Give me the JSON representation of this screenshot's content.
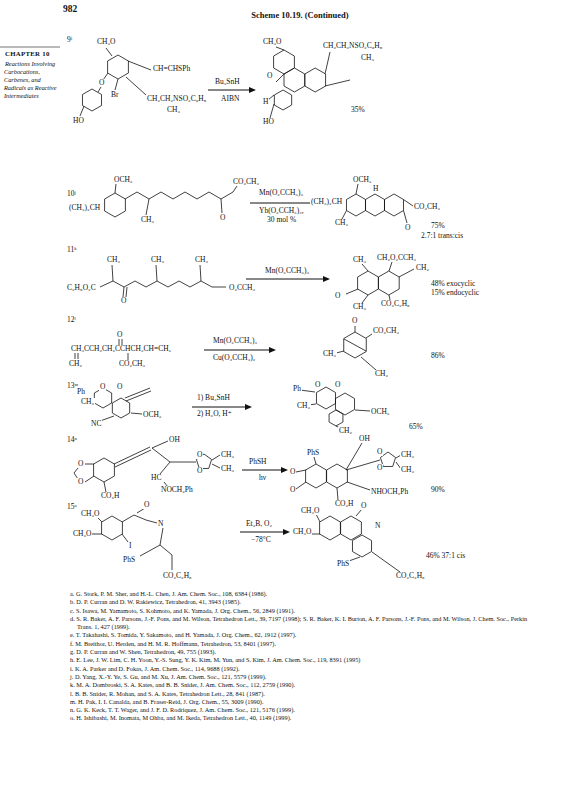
{
  "diagram": {
    "title": "Scheme 10.19. (Continued)",
    "labels": [
      "982",
      "CHAPTER 10",
      "Reactions Involving Carbocations, Carbenes, and Radicals as Reactive Intermediates",
      "9ⁱ",
      "CH₃O",
      "O",
      "Br",
      "HO",
      "CH=CHSPh",
      "CH₂CH₂NSO₂C₆H₅",
      "CH₃",
      "Bu₃SnH",
      "AIBN",
      "CH₃O",
      "CH₂CH₂NSO₂C₆H₅",
      "CH₃",
      "O",
      "H",
      "HO",
      "35%",
      "10ʲ",
      "(CH₃)₂CH",
      "OCH₃",
      "CO₂CH₃",
      "CH₃",
      "O",
      "Mn(O₂CCH₃)₃",
      "Yb(O₂CCH₃)₃,",
      "30 mol %",
      "(CH₃)₂CH",
      "OCH₃",
      "H",
      "CO₂CH₃",
      "CH₃",
      "O",
      "75%",
      "2.7:1 trans:cis",
      "11ᵏ",
      "CH₃",
      "CH₃",
      "CH₃",
      "C₂H₅O₂C",
      "O",
      "O₂CCH₃",
      "Mn(O₂CCH₃)₃",
      "CH₃",
      "CH₂O₂CCH₃",
      "CH₂",
      "O",
      "CH₃",
      "CO₂C₂H₅",
      "48% exocyclic",
      "15% endocyclic",
      "12ˡ",
      "O",
      "CH₃CCH₂CH₂CCHCH₂CH=CH₂",
      "CH₂",
      "CO₂CH₃",
      "Mn(O₂CCH₃)₃",
      "Cu(O₂CCH₃)₂",
      "O",
      "CO₂CH₃",
      "CH₃",
      "CH₂",
      "86%",
      "13ᵐ",
      "Ph",
      "O",
      "O",
      "CH₃",
      "NC",
      "OCH₃",
      "1) Bu₃SnH",
      "2) H₂O, H⁺",
      "Ph",
      "O",
      "O",
      "CH₃",
      "OCH₃",
      "CH₂",
      "65%",
      "14ⁿ",
      "O",
      "O",
      "OH",
      "O",
      "O",
      "CH₃",
      "CH₃",
      "HC",
      "NOCH₂Ph",
      "CO₂H",
      "PhSH",
      "hν",
      "O",
      "O",
      "PhS",
      "OH",
      "O",
      "O",
      "CH₃",
      "CH₃",
      "NHOCH₂Ph",
      "CO₂H",
      "90%",
      "15ᵒ",
      "CH₃O",
      "CH₃O",
      "I",
      "O",
      "N",
      "PhS",
      "CO₂C₂H₅",
      "Et₃B, O₂",
      "−78°C",
      "CH₃O",
      "CH₃O",
      "O",
      "N",
      "PhS",
      "CO₂C₂H₅",
      "46% 37:1 cis",
      "a. G. Stork, P. M. Sher, and H.-L. Chen, J. Am. Chem. Soc., 108, 6384 (1986).",
      "b. D. P. Curran and D. W. Rakiewicz, Tetrahedron, 41, 3943 (1985).",
      "c. S. Isawa, M. Yamamoto, S. Kohmoto, and K. Yamada, J. Org. Chem., 56, 2849 (1991).",
      "d. S. R. Baker, A. F. Parsons, J.-F. Pons, and M. Wilson, Tetrahedron Lett., 39, 7197 (1998); S. R. Baker, K. I. Burton, A. F. Parsons, J.-F. Pons, and M. Wilson, J. Chem. Soc., Perkin Trans. 1, 427 (1999).",
      "e. T. Takahashi, S. Tomida, Y. Sakamoto, and H. Yamada, J. Org. Chem., 62, 1912 (1997).",
      "f. M. Breithor, U. Herden, and H. M. R. Hoffmann, Tetrahedron, 53, 8401 (1997).",
      "g. D. P. Curran and W. Shen, Tetrahedron, 49, 755 (1993).",
      "h. E. Lee, J. W. Lim, C. H. Yoon, Y.-S. Sung, Y. K. Kim, M. Yun, and S. Kim, J. Am. Chem. Soc., 119, 8391 (1995)",
      "i. K. A. Parker and D. Fokas, J. Am. Chem. Soc., 114, 9688 (1992).",
      "j. D. Yang, X.-Y. Ye, S. Gu, and M. Xu, J. Am. Chem. Soc., 121, 5579 (1999).",
      "k. M. A. Dombroski, S. A. Kates, and B. B. Snider, J. Am. Chem. Soc., 112, 2759 (1990).",
      "l. B. B. Snider, R. Mohan, and S. A. Kates, Tetrahedron Lett., 28, 841 (1987).",
      "m. H. Pak, I. I. Canalda, and B. Fraser-Reid, J. Org. Chem., 55, 3009 (1990).",
      "n. G. K. Keck, T. T. Wager, and J. F. D. Rodriquez, J. Am. Chem. Soc., 121, 5176 (1999).",
      "o. H. Ishibashi, M. Inomata, M Ohba, and M. Ikeda, Tetrahedron Lett., 40, 1149 (1999)."
    ]
  }
}
